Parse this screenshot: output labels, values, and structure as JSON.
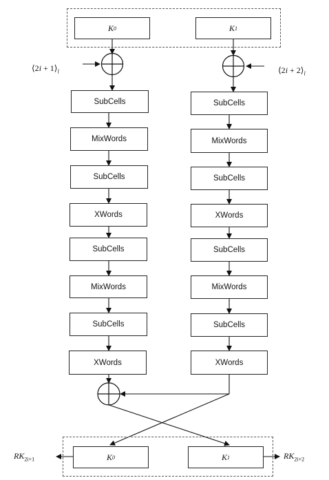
{
  "top_keys": {
    "k0": "K",
    "k0_sup": "0",
    "k1": "K",
    "k1_sup": "1"
  },
  "bottom_keys": {
    "k0": "K",
    "k0_sup": "0",
    "k1": "K",
    "k1_sup": "1"
  },
  "constants": {
    "left": {
      "open": "⟨2",
      "var": "i",
      "rest": " + 1⟩",
      "sub": "l"
    },
    "right": {
      "open": "⟨2",
      "var": "i",
      "rest": " + 2⟩",
      "sub": "l"
    }
  },
  "left_column": [
    "SubCells",
    "MixWords",
    "SubCells",
    "XWords",
    "SubCells",
    "MixWords",
    "SubCells",
    "XWords"
  ],
  "right_column": [
    "SubCells",
    "MixWords",
    "SubCells",
    "XWords",
    "SubCells",
    "MixWords",
    "SubCells",
    "XWords"
  ],
  "outputs": {
    "left": {
      "base": "RK",
      "sub": "2i+1"
    },
    "right": {
      "base": "RK",
      "sub": "2i+2"
    }
  }
}
